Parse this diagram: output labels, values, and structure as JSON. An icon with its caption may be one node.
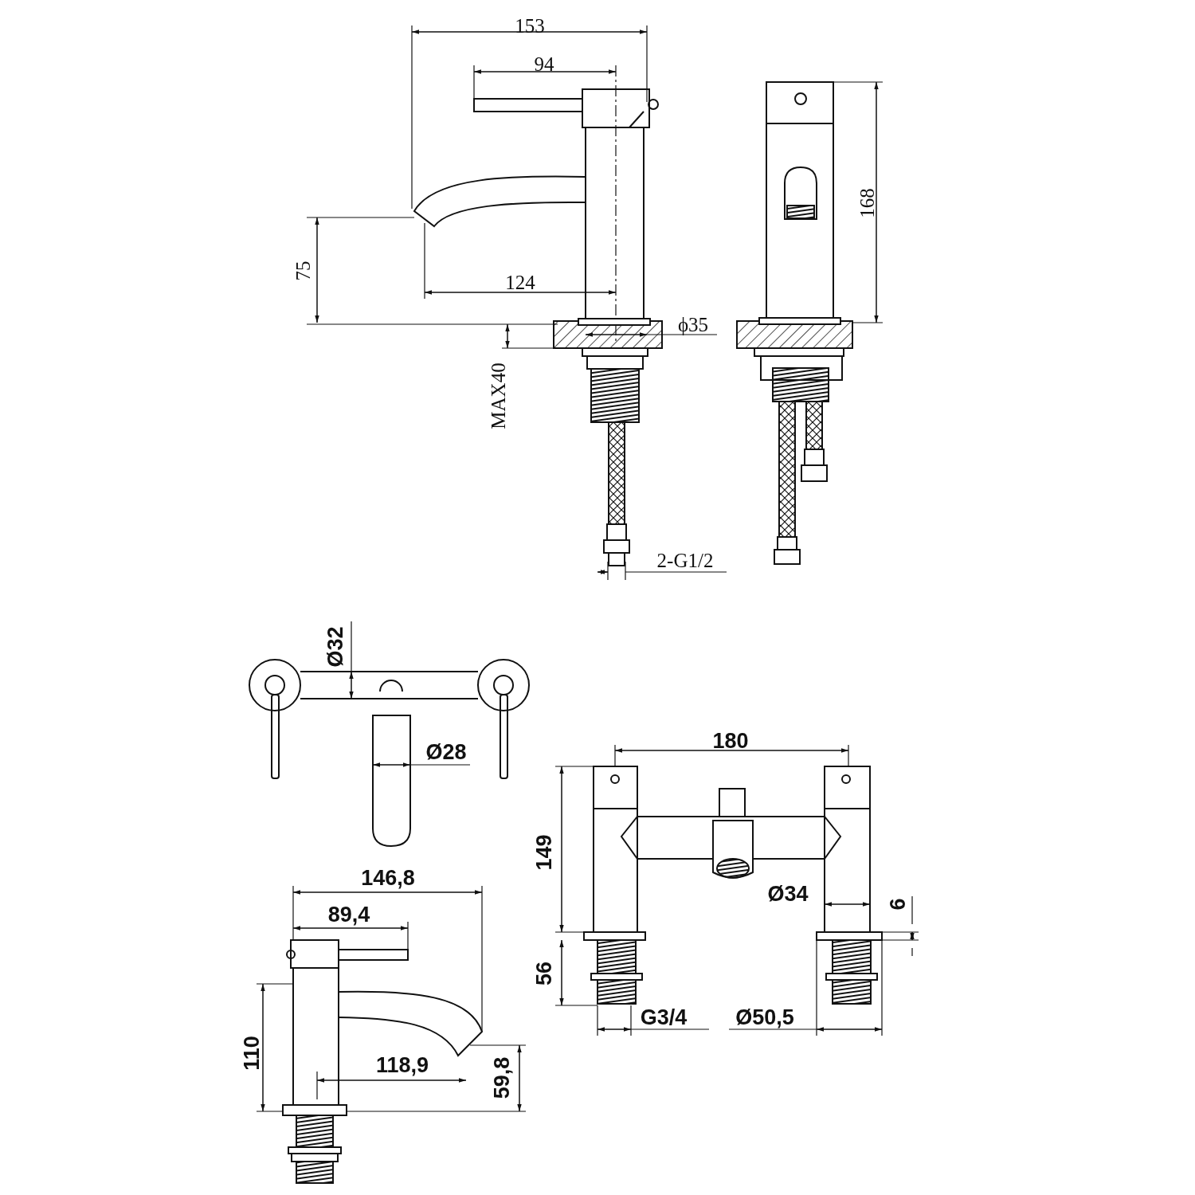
{
  "diagram": {
    "labels": [
      "153",
      "94",
      "168",
      "75",
      "124",
      "ϕ35",
      "MAX40",
      "2-G1/2",
      "Ø32",
      "Ø28",
      "180",
      "149",
      "146,8",
      "Ø34",
      "6",
      "89,4",
      "56",
      "G3/4",
      "Ø50,5",
      "110",
      "118,9",
      "59,8"
    ]
  }
}
